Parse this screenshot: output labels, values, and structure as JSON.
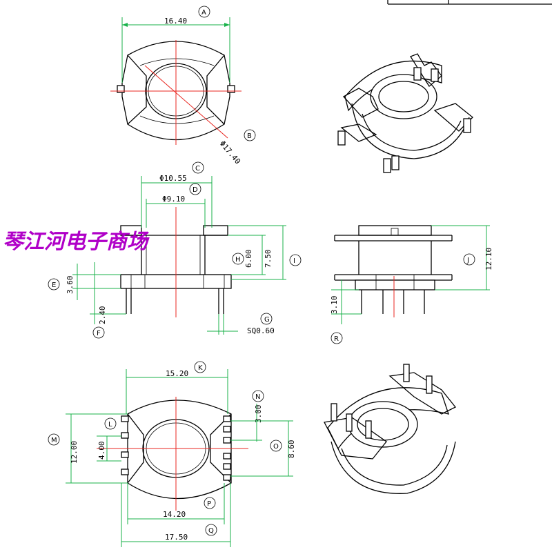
{
  "title_block": {
    "cells": [
      "",
      ""
    ]
  },
  "dimensions": {
    "top_width": "16.40",
    "top_diag": "Φ17.40",
    "c_dia": "Φ10.55",
    "d_dia": "Φ9.10",
    "h": "6.00",
    "i_left": "7.50",
    "e": "3.60",
    "f": "2.40",
    "g": "SQ0.60",
    "j": "12.10",
    "r": "3.10",
    "k": "15.20",
    "n": "3.00",
    "l": "4.00",
    "m": "12.00",
    "o": "8.60",
    "p": "14.20",
    "q": "17.50"
  },
  "callouts": {
    "a": "A",
    "b": "B",
    "c": "C",
    "d": "D",
    "e": "E",
    "f": "F",
    "g": "G",
    "h": "H",
    "i": "I",
    "j": "J",
    "k": "K",
    "l": "L",
    "m": "M",
    "n": "N",
    "o": "O",
    "p": "P",
    "q": "Q",
    "r": "R"
  },
  "watermark": "琴江河电子商场",
  "colors": {
    "dimension": "#19b24a",
    "centerline": "#e8251f",
    "outline": "#000000",
    "watermark": "#b000c8"
  }
}
